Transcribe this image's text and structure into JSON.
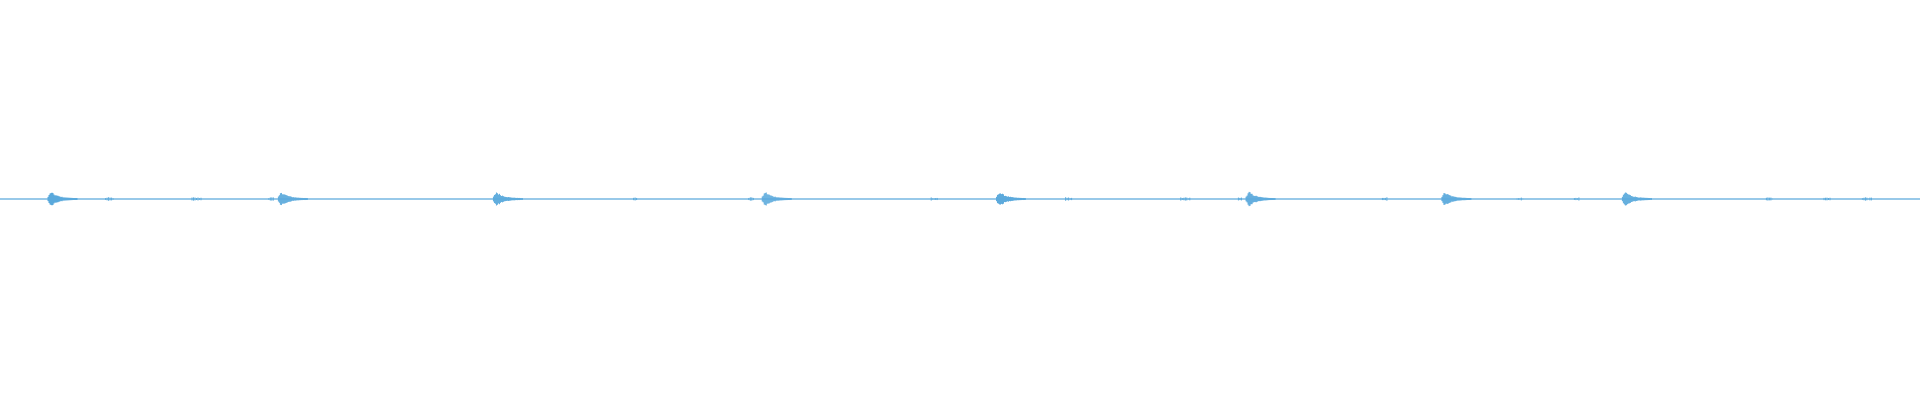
{
  "waveform": {
    "color": "#5aa9dc",
    "background": "#ffffff",
    "duration_fraction_onsets": [
      0.025,
      0.145,
      0.257,
      0.397,
      0.519,
      0.649,
      0.751,
      0.845
    ],
    "minor_blips": [
      0.055,
      0.1,
      0.14,
      0.33,
      0.39,
      0.485,
      0.555,
      0.615,
      0.645,
      0.72,
      0.79,
      0.82,
      0.92,
      0.95,
      0.97
    ]
  }
}
